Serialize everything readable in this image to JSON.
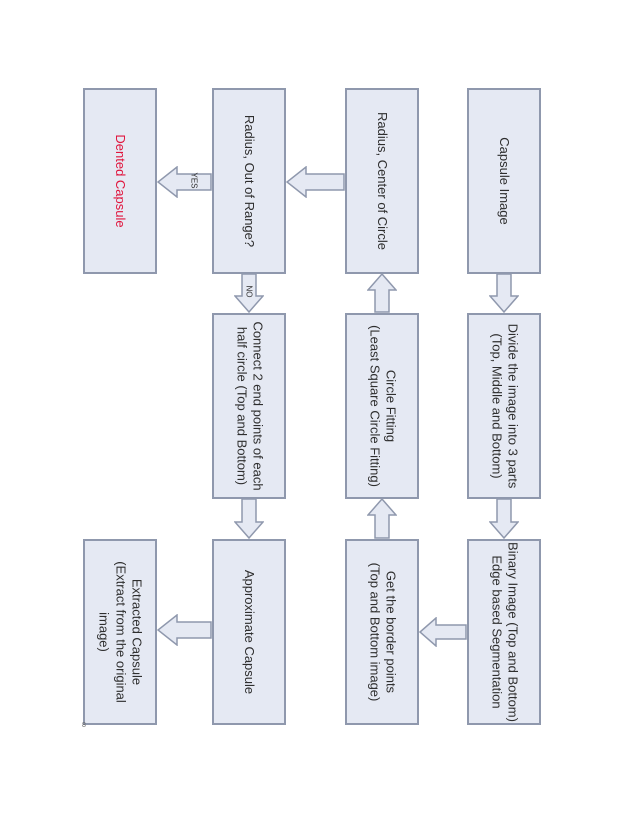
{
  "boxes": {
    "capsule_image": [
      "Capsule Image"
    ],
    "divide_image": [
      "Divide the image into 3 parts",
      "(Top, Middle and Bottom)"
    ],
    "binary_image": [
      "Binary Image (Top and Bottom)",
      "Edge based Segmentation"
    ],
    "border_points": [
      "Get the border points",
      "(Top and Bottom image)"
    ],
    "circle_fitting": [
      "Circle Fitting",
      "(Least Square Circle Fitting)"
    ],
    "radius_center": [
      "Radius, Center of Circle"
    ],
    "out_of_range": [
      "Radius, Out of Range?"
    ],
    "dented_capsule": [
      "Dented Capsule"
    ],
    "connect_points": [
      "Connect 2 end points of each",
      "half circle (Top and Bottom)"
    ],
    "approximate_capsule": [
      "Approximate Capsule"
    ],
    "extracted_capsule": [
      "Extracted Capsule",
      "(Extract from the original",
      "image)"
    ]
  },
  "labels": {
    "yes": "YES",
    "no": "NO"
  },
  "page_number": "8",
  "colors": {
    "box_fill": "#e5e9f3",
    "box_border": "#8f98ad",
    "highlight_text": "#e0143c"
  }
}
